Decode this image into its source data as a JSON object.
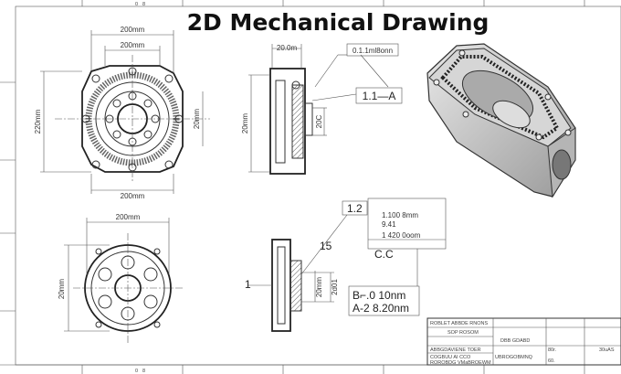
{
  "title": "2D Mechanical Drawing",
  "ruler": {
    "top": [
      "0",
      "8"
    ],
    "bottom": [
      "0",
      "8"
    ]
  },
  "front_view": {
    "dim_top_outer": "200mm",
    "dim_top_inner": "200mm",
    "dim_left": "220mm",
    "dim_right": "20mm",
    "dim_bottom": "200mm"
  },
  "side_view": {
    "dim_top": "20.0m",
    "dim_left": "20mm",
    "dim_right": "20C",
    "callout_top": "0.1.1ml8onn",
    "callout_datum": "1.1—A"
  },
  "flange_view": {
    "dim_top": "200mm",
    "dim_left": "20mm"
  },
  "section_view": {
    "label_top": "15",
    "label_left": "1",
    "dim_a": "20mm",
    "dim_b": "2d01"
  },
  "tolerance_box": {
    "ref": "1.2",
    "lines": [
      "1.100 8mm",
      "9.41",
      "1 420 0oom"
    ],
    "footer": "C.C"
  },
  "note_box": {
    "lines": [
      "B⌐.0  10nm",
      "A-2   8.20nm"
    ]
  },
  "title_block": {
    "cells": [
      "ROBLET ABBDE RNONS",
      "SOP ROSOM",
      "DBB GDABD",
      "ABBGDAVIENE TOER",
      "UBROGOBMNQ",
      "80r.",
      "30uAS",
      "COGBUU AI CCO",
      "ROROBDG VMaBROEWM",
      "60."
    ]
  }
}
